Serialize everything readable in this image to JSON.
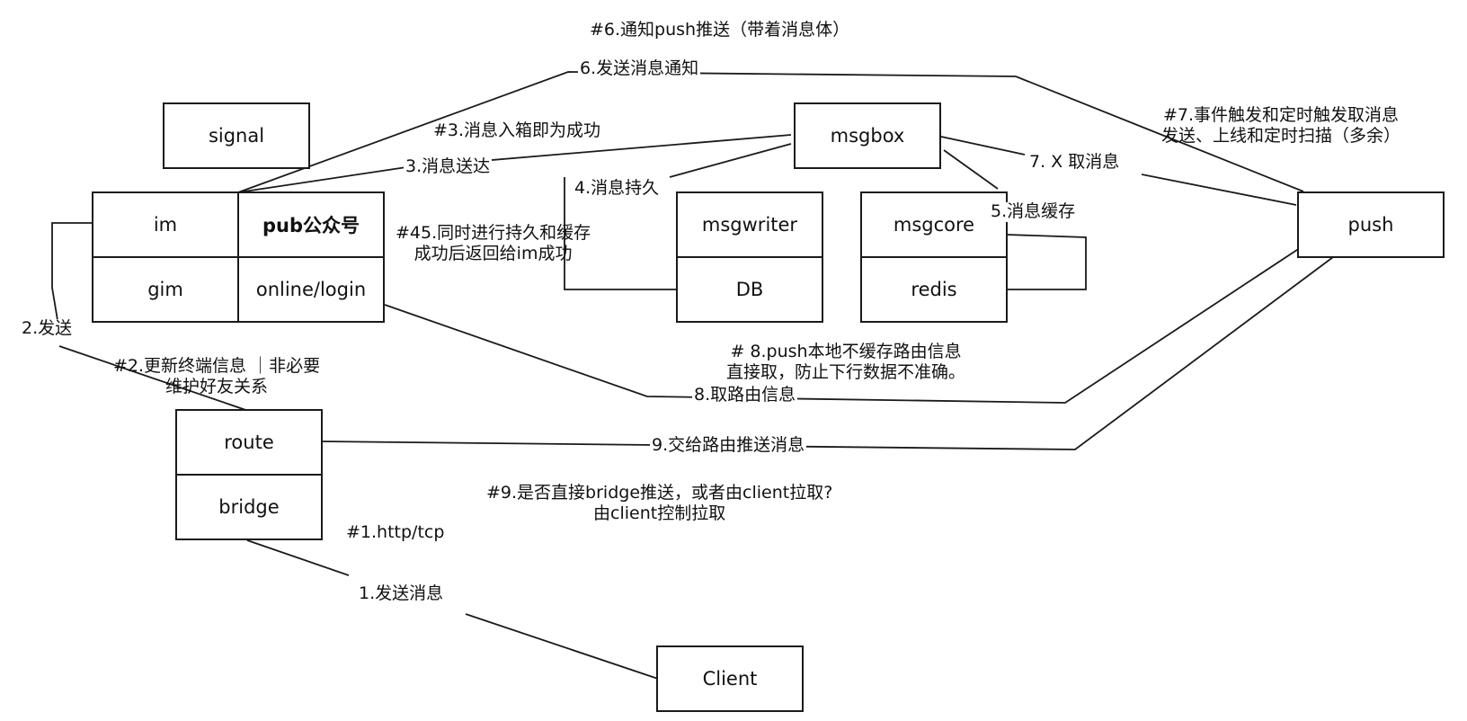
{
  "nodes": {
    "signal": "signal",
    "im": "im",
    "pub": "pub公众号",
    "gim": "gim",
    "online": "online/login",
    "msgbox": "msgbox",
    "msgwriter": "msgwriter",
    "db": "DB",
    "msgcore": "msgcore",
    "redis": "redis",
    "push": "push",
    "route": "route",
    "bridge": "bridge",
    "client": "Client"
  },
  "edges": {
    "e1": "1.发送消息",
    "e2": "2.发送",
    "e3": "3.消息送达",
    "e4": "4.消息持久",
    "e5": "5.消息缓存",
    "e6": "6.发送消息通知",
    "e7": "7. X 取消息",
    "e8": "8.取路由信息",
    "e9": "9.交给路由推送消息"
  },
  "notes": {
    "n1": "#1.http/tcp",
    "n2_line1": "#2.更新终端信息 ｜非必要",
    "n2_line2": "维护好友关系",
    "n3": "#3.消息入箱即为成功",
    "n45_line1": "#45.同时进行持久和缓存",
    "n45_line2": "成功后返回给im成功",
    "n6": "#6.通知push推送（带着消息体）",
    "n7_line1": "#7.事件触发和定时触发取消息",
    "n7_line2": "发送、上线和定时扫描（多余）",
    "n8_line1": "# 8.push本地不缓存路由信息",
    "n8_line2": "直接取，防止下行数据不准确。",
    "n9_line1": "#9.是否直接bridge推送，或者由client拉取?",
    "n9_line2": "由client控制拉取"
  }
}
